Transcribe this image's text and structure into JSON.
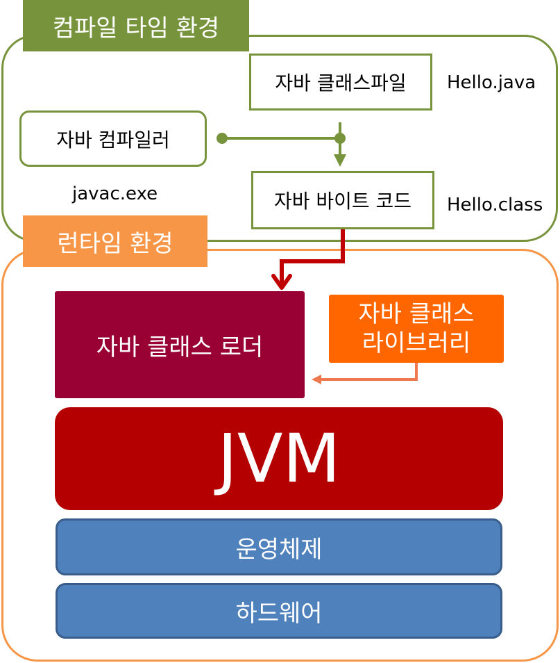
{
  "compile_env": {
    "label": "컴파일 타임 환경",
    "class_file": "자바 클래스파일",
    "class_file_name": "Hello.java",
    "compiler": "자바 컴파일러",
    "compiler_exe": "javac.exe",
    "bytecode": "자바 바이트 코드",
    "bytecode_name": "Hello.class"
  },
  "runtime_env": {
    "label": "런타임 환경",
    "class_loader": "자바 클래스 로더",
    "class_library_line1": "자바 클래스",
    "class_library_line2": "라이브러리",
    "jvm": "JVM",
    "os": "운영체제",
    "hardware": "하드웨어"
  },
  "colors": {
    "compile_green": "#77933c",
    "runtime_orange": "#f79646",
    "class_loader": "#990033",
    "class_library": "#ff6600",
    "jvm": "#b50000",
    "os_hardware_blue": "#4f81bd",
    "arrow_red": "#c00000",
    "arrow_light": "#f07850"
  }
}
